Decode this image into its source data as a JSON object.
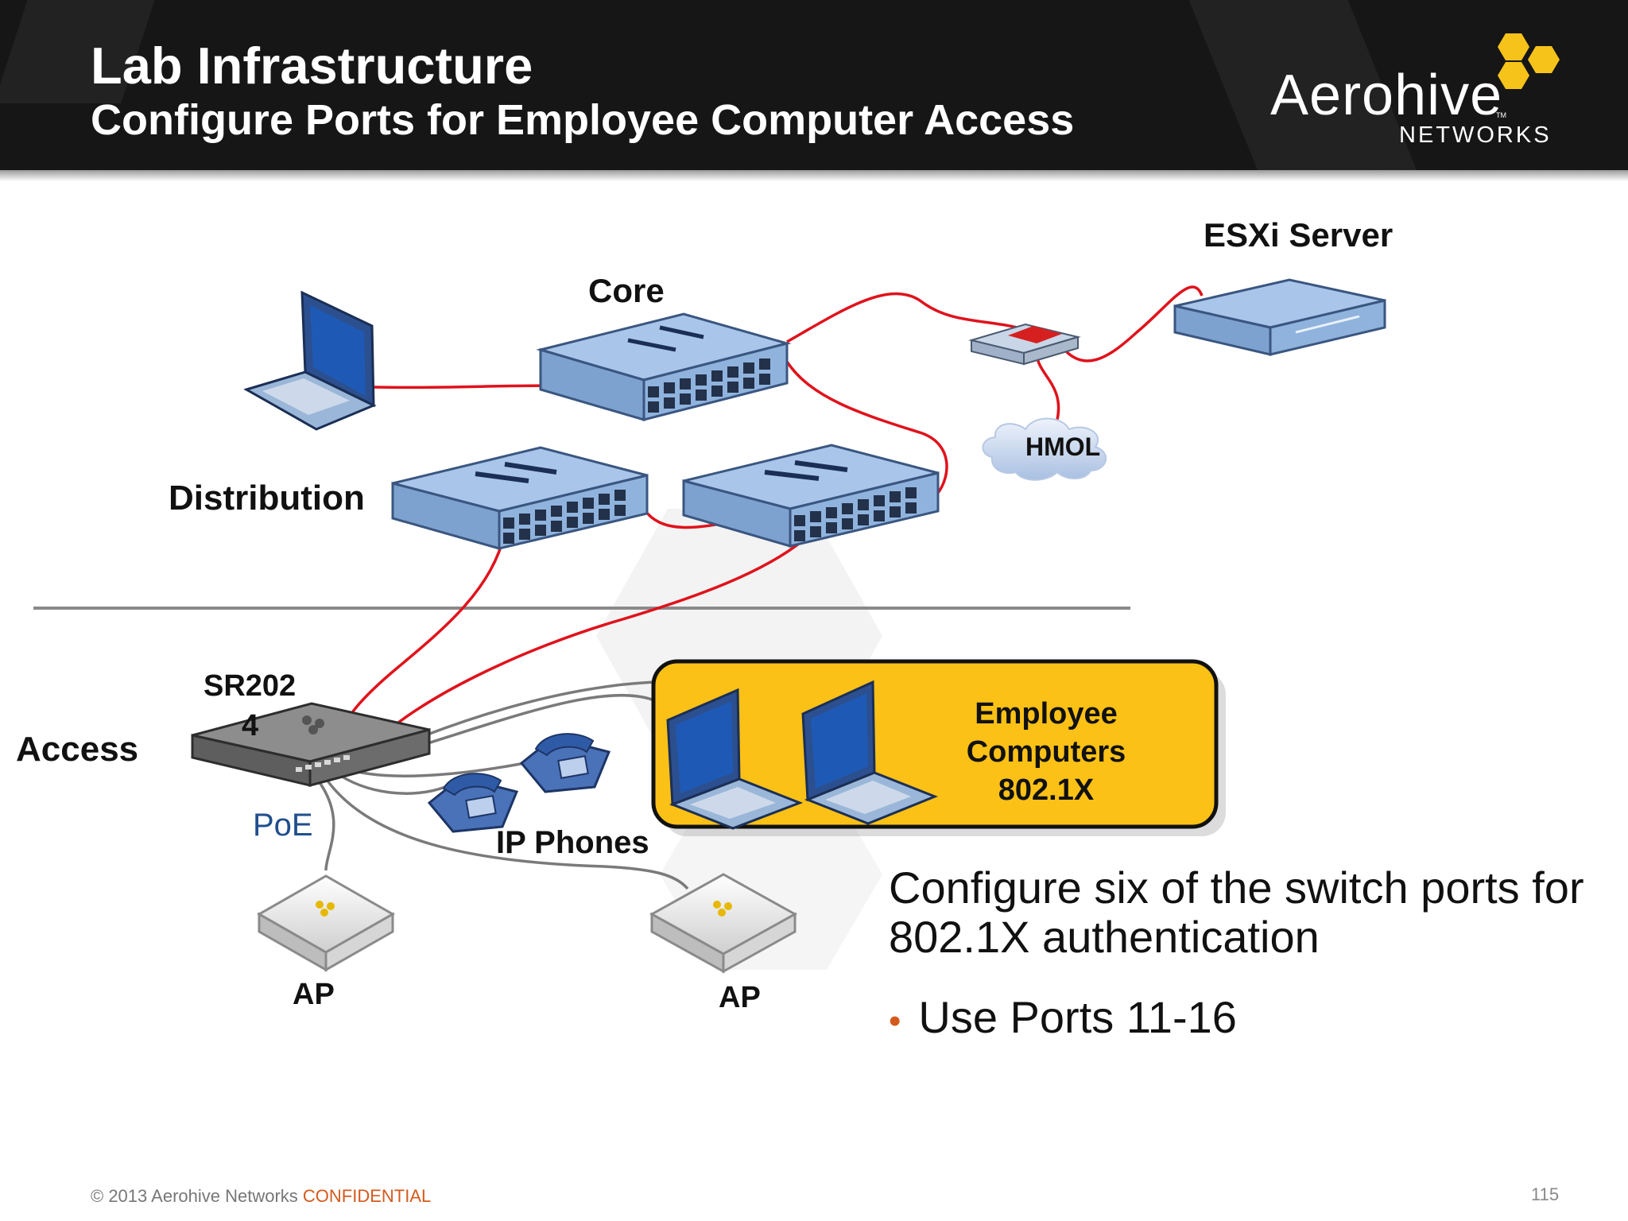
{
  "header": {
    "title": "Lab Infrastructure",
    "subtitle": "Configure Ports for Employee Computer Access",
    "logo_word": "Aerohive",
    "logo_tm": "TM",
    "logo_sub": "NETWORKS"
  },
  "diagram": {
    "labels": {
      "core": "Core",
      "esxi": "ESXi Server",
      "hmol": "HMOL",
      "distribution": "Distribution",
      "sr_line1": "SR202",
      "sr_line2": "4",
      "access": "Access",
      "poe": "PoE",
      "ip_phones": "IP Phones",
      "ap_left": "AP",
      "ap_right": "AP"
    },
    "employee_box": {
      "line1": "Employee",
      "line2": "Computers",
      "line3": "802.1X"
    }
  },
  "body": {
    "main_text": "Configure six of the switch ports for 802.1X authentication",
    "bullet": "Use Ports 11-16"
  },
  "footer": {
    "copyright": "© 2013 Aerohive Networks",
    "confidential": "CONFIDENTIAL",
    "page_number": "115"
  },
  "colors": {
    "header_bg": "#161616",
    "link_red": "#e0121c",
    "link_gray": "#7a7a7a",
    "switch_blue": "#8fb3dd",
    "employee_box_fill": "#fcc116",
    "bullet_orange": "#d35a1c",
    "logo_yellow": "#f6c31a"
  }
}
